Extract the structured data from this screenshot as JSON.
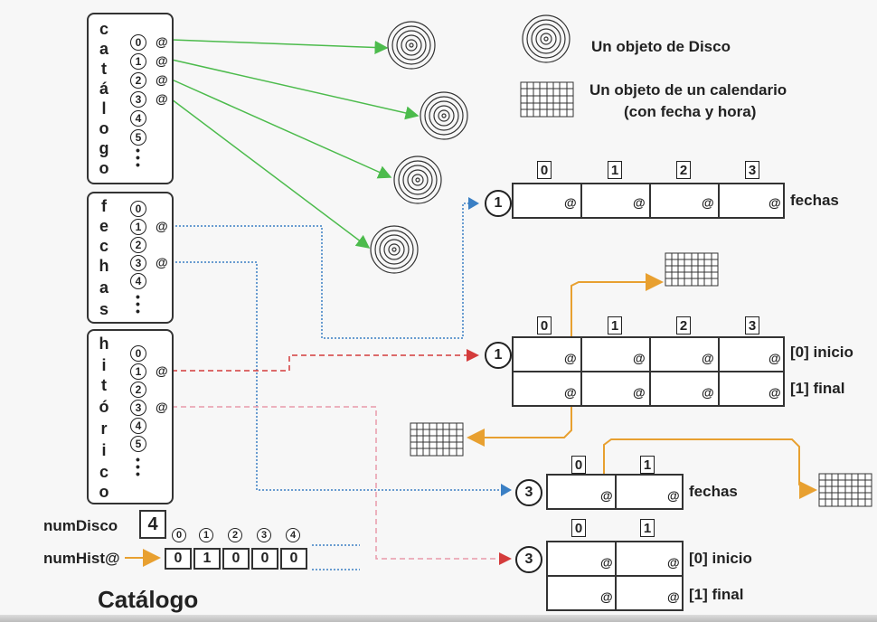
{
  "catalogo_panel": {
    "letters": [
      "c",
      "a",
      "t",
      "á",
      "l",
      "o",
      "g",
      "o"
    ],
    "indices": [
      "0",
      "1",
      "2",
      "3",
      "4",
      "5"
    ],
    "at": "@"
  },
  "fechas_panel": {
    "letters": [
      "f",
      "e",
      "c",
      "h",
      "a",
      "s"
    ],
    "indices": [
      "0",
      "1",
      "2",
      "3",
      "4"
    ],
    "at": "@"
  },
  "historico_panel": {
    "letters": [
      "h",
      "i",
      "t",
      "ó",
      "r",
      "i",
      "c",
      "o"
    ],
    "indices": [
      "0",
      "1",
      "2",
      "3",
      "4",
      "5"
    ],
    "at": "@"
  },
  "legend": {
    "disco": "Un objeto de Disco",
    "calendario_line1": "Un objeto de un calendario",
    "calendario_line2": "(con fecha y hora)"
  },
  "array1": {
    "handle": "1",
    "headers": [
      "0",
      "1",
      "2",
      "3"
    ],
    "label": "fechas"
  },
  "array2": {
    "handle": "1",
    "headers": [
      "0",
      "1",
      "2",
      "3"
    ],
    "row_labels": [
      "[0] inicio",
      "[1] final"
    ]
  },
  "array3": {
    "handle": "3",
    "headers": [
      "0",
      "1"
    ],
    "label": "fechas"
  },
  "array4": {
    "handle": "3",
    "headers": [
      "0",
      "1"
    ],
    "row_labels": [
      "[0] inicio",
      "[1] final"
    ]
  },
  "numDisco": {
    "label": "numDisco",
    "value": "4"
  },
  "numHist": {
    "label": "numHist@",
    "indices": [
      "0",
      "1",
      "2",
      "3",
      "4"
    ],
    "values": [
      "0",
      "1",
      "0",
      "0",
      "0"
    ]
  },
  "footer_title": "Catálogo",
  "colors": {
    "green_arrow": "#4cbb4c",
    "blue_dotted": "#3a7fc4",
    "red_dashed": "#d43c3c",
    "orange_arrow": "#e8a030"
  }
}
